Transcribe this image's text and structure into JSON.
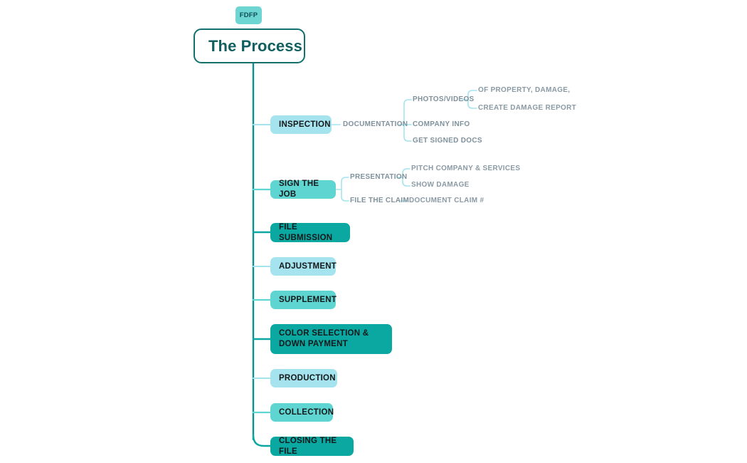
{
  "colors": {
    "dark_teal": "#0aa8a1",
    "mid_teal": "#5ed5d0",
    "light_blue": "#a5e4ee",
    "spine": "#0f8f8c",
    "root_border": "#12706e",
    "root_text": "#11605f",
    "sub_text": "#7f919c",
    "node_text": "#14181a",
    "background": "#ffffff"
  },
  "root": {
    "badge": "FDFP",
    "title": "The Process"
  },
  "branches": [
    {
      "label": "INSPECTION",
      "tone": "light_blue",
      "children": [
        {
          "label": "DOCUMENTATION",
          "children": [
            {
              "label": "PHOTOS/VIDEOS",
              "children": [
                {
                  "label": "OF PROPERTY, DAMAGE,"
                },
                {
                  "label": "CREATE DAMAGE REPORT"
                }
              ]
            },
            {
              "label": "COMPANY INFO",
              "children": []
            },
            {
              "label": "GET SIGNED DOCS",
              "children": []
            }
          ]
        }
      ]
    },
    {
      "label": "SIGN THE JOB",
      "tone": "mid_teal",
      "children": [
        {
          "label": "PRESENTATION",
          "children": [
            {
              "label": "PITCH COMPANY & SERVICES"
            },
            {
              "label": "SHOW DAMAGE"
            }
          ]
        },
        {
          "label": "FILE THE CLAIM",
          "children": [
            {
              "label": "DOCUMENT CLAIM #"
            }
          ]
        }
      ]
    },
    {
      "label": "FILE SUBMISSION",
      "tone": "dark_teal",
      "children": []
    },
    {
      "label": "ADJUSTMENT",
      "tone": "light_blue",
      "children": []
    },
    {
      "label": "SUPPLEMENT",
      "tone": "mid_teal",
      "children": []
    },
    {
      "label": "COLOR SELECTION & DOWN PAYMENT",
      "tone": "dark_teal",
      "children": []
    },
    {
      "label": "PRODUCTION",
      "tone": "light_blue",
      "children": []
    },
    {
      "label": "COLLECTION",
      "tone": "mid_teal",
      "children": []
    },
    {
      "label": "CLOSING THE FILE",
      "tone": "dark_teal",
      "children": []
    }
  ]
}
